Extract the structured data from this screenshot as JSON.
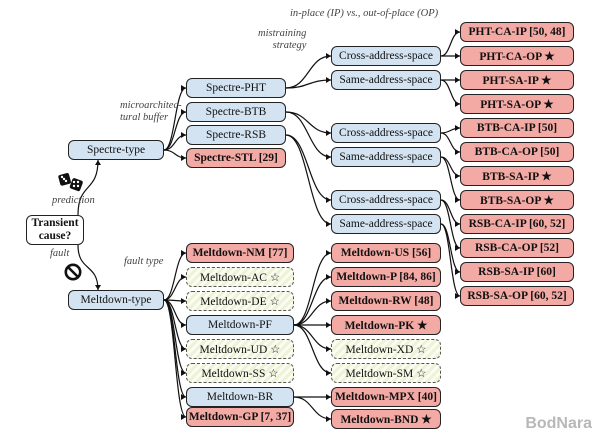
{
  "root": {
    "line1": "Transient",
    "line2": "cause?"
  },
  "branch_labels": {
    "prediction": "prediction",
    "fault": "fault"
  },
  "annotations": {
    "microarch_line1": "microarchitec-",
    "microarch_line2": "tural buffer",
    "mistraining_line1": "mistraining",
    "mistraining_line2": "strategy",
    "ip_op": "in-place (IP) vs., out-of-place (OP)",
    "fault_type": "fault type"
  },
  "spectre": {
    "label": "Spectre-type",
    "pht": "Spectre-PHT",
    "btb": "Spectre-BTB",
    "rsb": "Spectre-RSB",
    "stl": "Spectre-STL [29]"
  },
  "strategies": {
    "pht_cross": "Cross-address-space",
    "pht_same": "Same-address-space",
    "btb_cross": "Cross-address-space",
    "btb_same": "Same-address-space",
    "rsb_cross": "Cross-address-space",
    "rsb_same": "Same-address-space"
  },
  "variants": {
    "pht_ca_ip": "PHT-CA-IP [50, 48]",
    "pht_ca_op": "PHT-CA-OP ★",
    "pht_sa_ip": "PHT-SA-IP ★",
    "pht_sa_op": "PHT-SA-OP ★",
    "btb_ca_ip": "BTB-CA-IP [50]",
    "btb_ca_op": "BTB-CA-OP [50]",
    "btb_sa_ip": "BTB-SA-IP ★",
    "btb_sa_op": "BTB-SA-OP ★",
    "rsb_ca_ip": "RSB-CA-IP [60, 52]",
    "rsb_ca_op": "RSB-CA-OP [52]",
    "rsb_sa_ip": "RSB-SA-IP [60]",
    "rsb_sa_op": "RSB-SA-OP [60, 52]"
  },
  "meltdown": {
    "label": "Meltdown-type",
    "nm": "Meltdown-NM [77]",
    "ac": "Meltdown-AC ☆",
    "de": "Meltdown-DE ☆",
    "pf": "Meltdown-PF",
    "ud": "Meltdown-UD ☆",
    "ss": "Meltdown-SS ☆",
    "br": "Meltdown-BR",
    "gp": "Meltdown-GP [7, 37]"
  },
  "pf_children": {
    "us": "Meltdown-US [56]",
    "p": "Meltdown-P [84, 86]",
    "rw": "Meltdown-RW [48]",
    "pk": "Meltdown-PK ★",
    "xd": "Meltdown-XD ☆",
    "sm": "Meltdown-SM ☆"
  },
  "br_children": {
    "mpx": "Meltdown-MPX [40]",
    "bnd": "Meltdown-BND ★"
  },
  "watermark": "BodNara"
}
